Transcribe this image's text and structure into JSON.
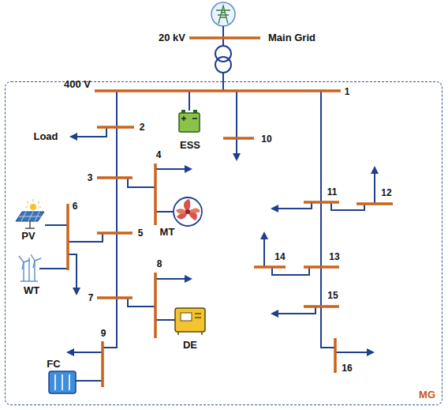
{
  "diagram": {
    "nodes": [
      {
        "text": [
          "MG"
        ]
      }
    ],
    "labels": [
      "20 kV",
      "Main Grid",
      "400 V",
      "1",
      "Load",
      "2",
      "ESS",
      "10",
      "3",
      "4",
      "MT",
      "6",
      "PV",
      "5",
      "WT",
      "8",
      "7",
      "DE",
      "9",
      "FC",
      "11",
      "12",
      "14",
      "13",
      "15",
      "16"
    ]
  }
}
